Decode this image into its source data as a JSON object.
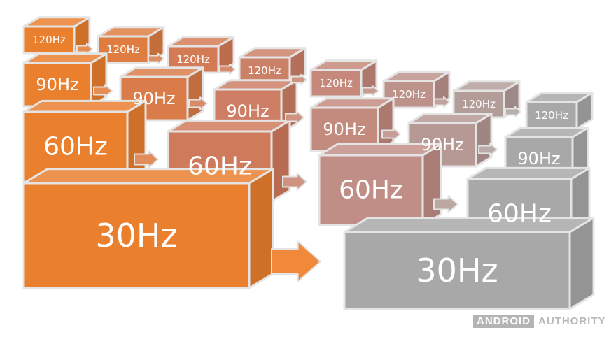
{
  "labels": {
    "hz120": "120Hz",
    "hz90": "90Hz",
    "hz60": "60Hz",
    "hz30": "30Hz"
  },
  "watermark": {
    "part1": "ANDROID",
    "part2": "AUTHORITY"
  },
  "colors": {
    "stage1": "#ea7f2d",
    "stage2": "#d07a5c",
    "stage3": "#c08e86",
    "stage4": "#a8a8a8"
  }
}
